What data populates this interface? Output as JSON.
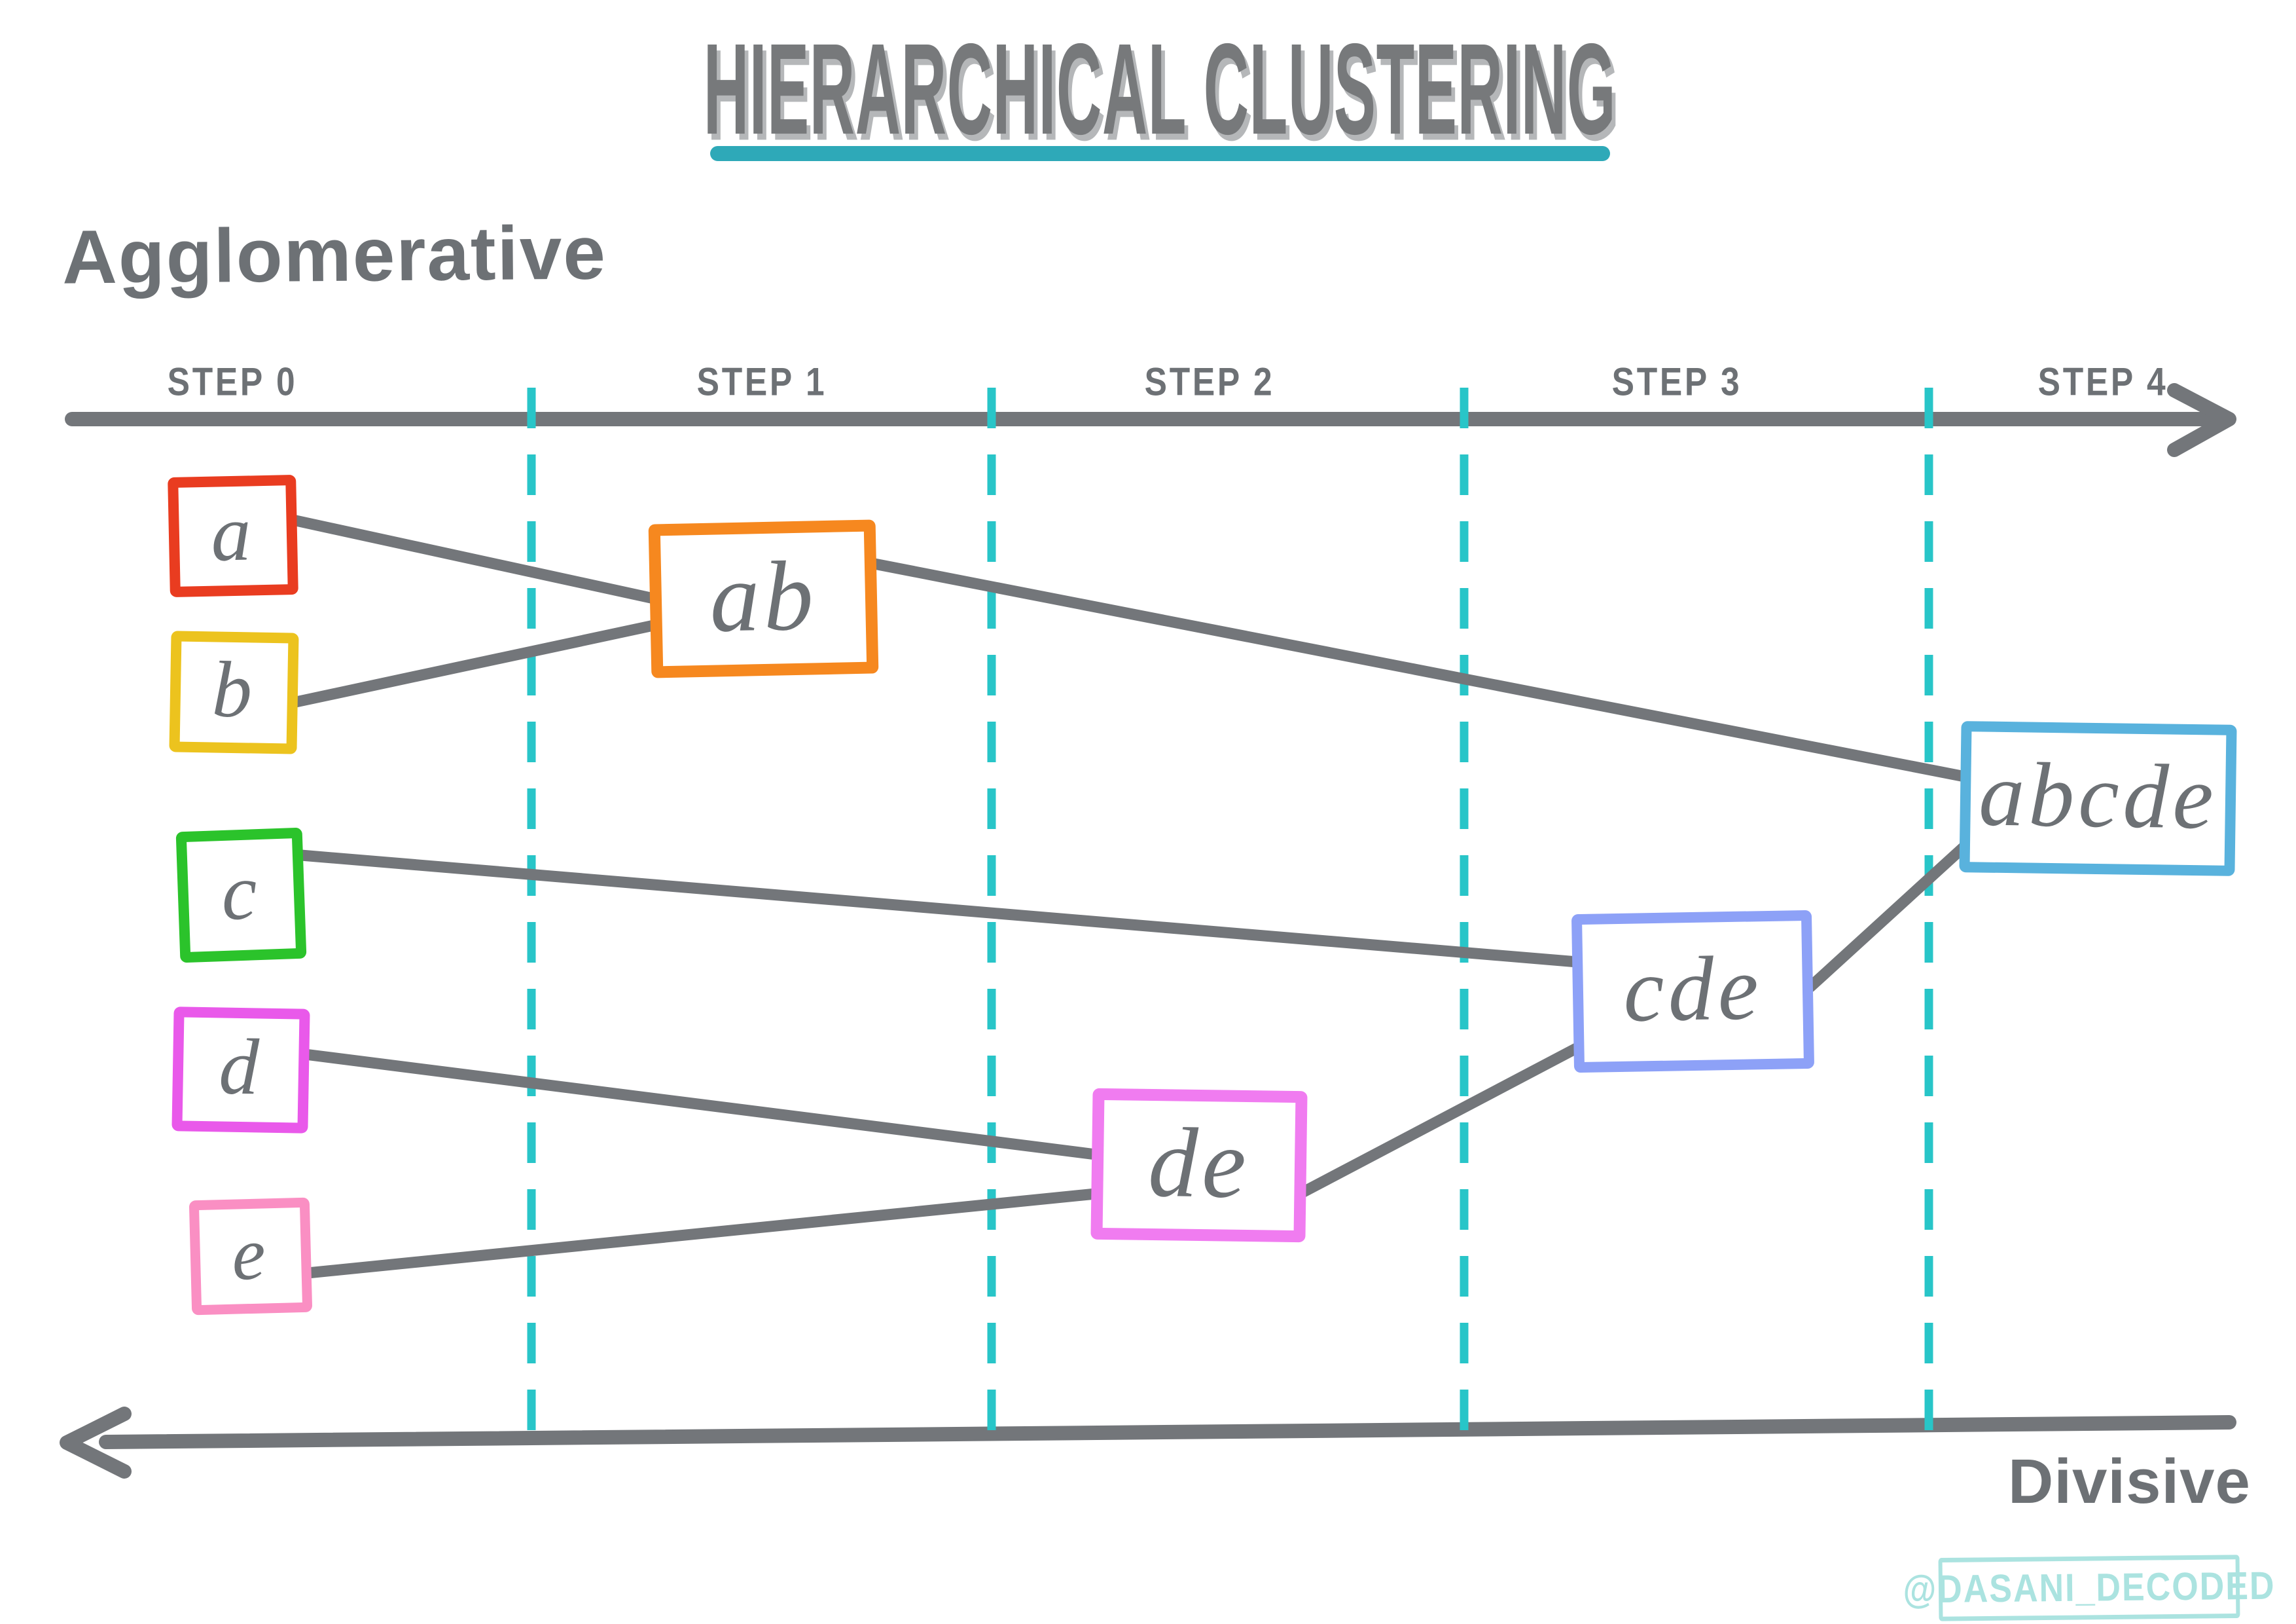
{
  "title": {
    "text": "HIERARCHICAL CLUSTERING"
  },
  "labels": {
    "agglomerative": "Agglomerative",
    "divisive": "Divisive"
  },
  "timeline": {
    "steps": [
      "STEP 0",
      "STEP 1",
      "STEP 2",
      "STEP 3",
      "STEP 4"
    ]
  },
  "nodes": {
    "a": {
      "label": "a",
      "color": "#e93c20"
    },
    "b": {
      "label": "b",
      "color": "#ecc31e"
    },
    "c": {
      "label": "c",
      "color": "#2bc32b"
    },
    "d": {
      "label": "d",
      "color": "#e959ea"
    },
    "e": {
      "label": "e",
      "color": "#fa8fc3"
    },
    "ab": {
      "label": "ab",
      "color": "#f6881f"
    },
    "de": {
      "label": "de",
      "color": "#f07cf0"
    },
    "cde": {
      "label": "cde",
      "color": "#8da1f7"
    },
    "abcde": {
      "label": "abcde",
      "color": "#59b2dd"
    }
  },
  "merges": [
    {
      "step": 1,
      "inputs": [
        "a",
        "b"
      ],
      "output": "ab"
    },
    {
      "step": 2,
      "inputs": [
        "d",
        "e"
      ],
      "output": "de"
    },
    {
      "step": 3,
      "inputs": [
        "c",
        "de"
      ],
      "output": "cde"
    },
    {
      "step": 4,
      "inputs": [
        "ab",
        "cde"
      ],
      "output": "abcde"
    }
  ],
  "watermark": {
    "text": "@DASANI_DECODED"
  },
  "colors": {
    "text": "#6d7175",
    "title_text": "#77797b",
    "title_underline": "#2ea9b8",
    "timeline": "#73767a",
    "connector": "#73767a",
    "step_divider": "#28c5c8",
    "watermark": "#abe3e0"
  }
}
